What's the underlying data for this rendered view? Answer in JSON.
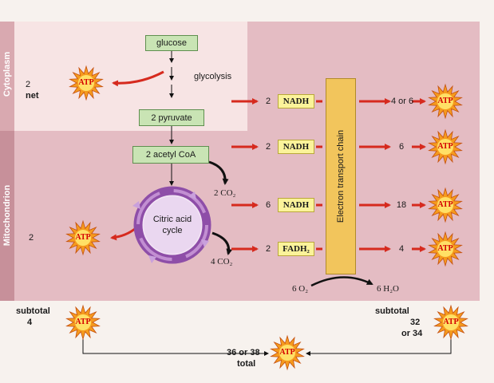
{
  "regions": {
    "cytoplasm": "Cytoplasm",
    "mitochondrion": "Mitochondrion"
  },
  "boxes": {
    "glucose": "glucose",
    "pyruvate": "2 pyruvate",
    "acetyl_coa": "2 acetyl CoA"
  },
  "glycolysis": "glycolysis",
  "cycle": {
    "line1": "Citric acid",
    "line2": "cycle"
  },
  "co2_top": "2 CO₂",
  "co2_bottom": "4 CO₂",
  "atp": "ATP",
  "glycolysis_yield": {
    "count": "2",
    "net": "net"
  },
  "cycle_yield": "2",
  "carriers": [
    {
      "count": "2",
      "name": "NADH",
      "atp": "4 or 6"
    },
    {
      "count": "2",
      "name": "NADH",
      "atp": "6"
    },
    {
      "count": "6",
      "name": "NADH",
      "atp": "18"
    },
    {
      "count": "2",
      "name": "FADH₂",
      "atp": "4"
    }
  ],
  "etc": "Electron transport chain",
  "oxygen": "6 O₂",
  "water": "6 H₂O",
  "subtotal_left": {
    "label": "subtotal",
    "value": "4"
  },
  "subtotal_right": {
    "label": "subtotal",
    "value1": "32",
    "value2": "or 34"
  },
  "total": {
    "value": "36 or 38",
    "label": "total"
  },
  "colors": {
    "cytoplasm_panel": "#f7e4e4",
    "mito_panel": "#e9c4c9",
    "side_band": "#c8909a",
    "red_arrow": "#d62a1e",
    "star_fill": "#f59a1e",
    "atp_text": "#d40000",
    "cycle_ring": "#8e4ea8"
  }
}
